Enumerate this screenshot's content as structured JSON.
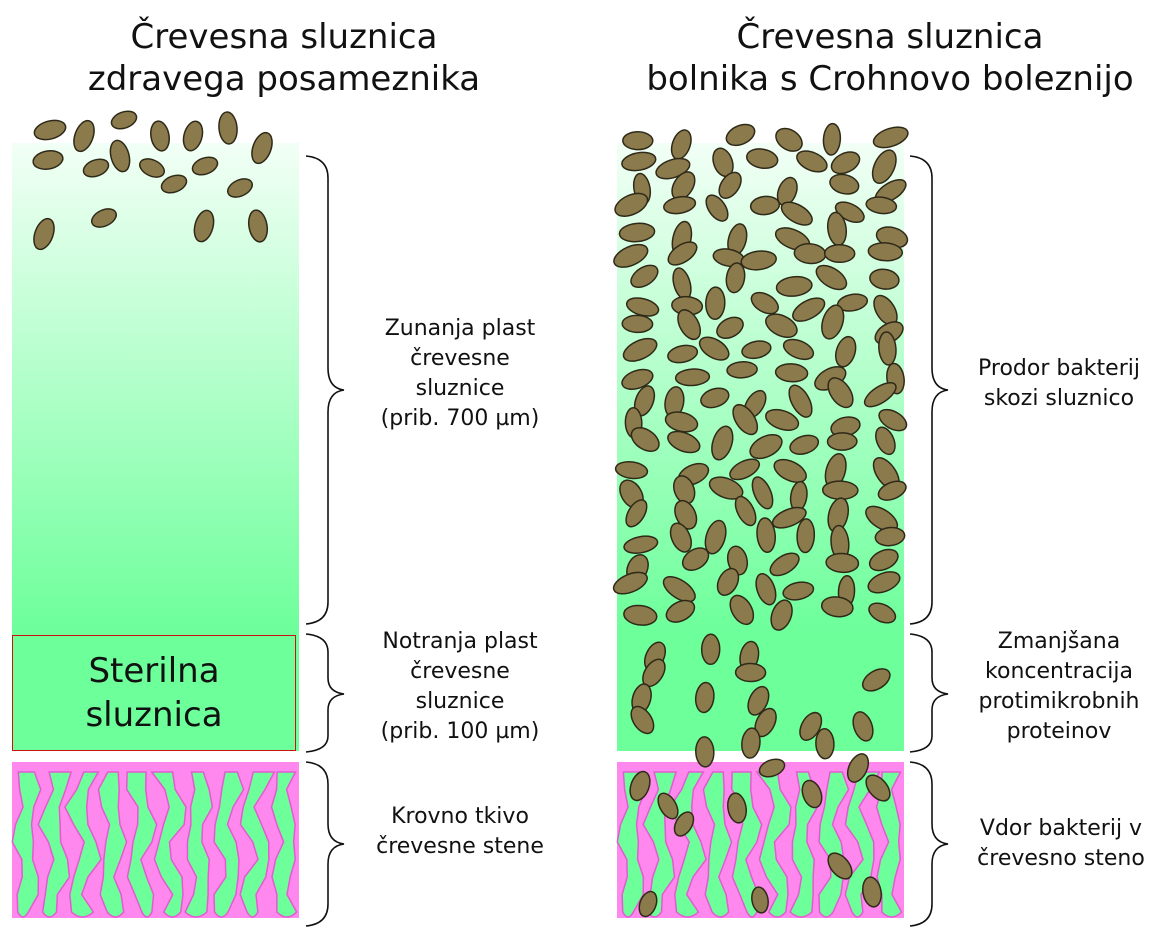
{
  "left_panel": {
    "title_line1": "Črevesna sluznica",
    "title_line2": "zdravega posameznika",
    "sterile_box": {
      "line1": "Sterilna",
      "line2": "sluznica"
    },
    "outer_layer_label": [
      "Zunanja plast",
      "črevesne",
      "sluznice",
      "(prib. 700 µm)"
    ],
    "inner_layer_label": [
      "Notranja plast",
      "črevesne",
      "sluznice",
      "(prib. 100 µm)"
    ],
    "epithelium_label": [
      "Krovno tkivo",
      "črevesne stene"
    ]
  },
  "right_panel": {
    "title_line1": "Črevesna sluznica",
    "title_line2": "bolnika s Crohnovo boleznijo",
    "outer_layer_label": [
      "Prodor bakterij",
      "skozi sluznico"
    ],
    "inner_layer_label": [
      "Zmanjšana",
      "koncentracija",
      "protimikrobnih",
      "proteinov"
    ],
    "epithelium_label": [
      "Vdor bakterij v",
      "črevesno steno"
    ]
  },
  "colors": {
    "mucus_top": "#f2fff6",
    "mucus_bottom": "#6cff9a",
    "inner_mucus": "#6cff9a",
    "epithelium_pink": "#ff88ee",
    "bacteria_fill": "#8b7a4c",
    "bacteria_stroke": "#2f2a18",
    "sterile_border": "#cc1111"
  }
}
